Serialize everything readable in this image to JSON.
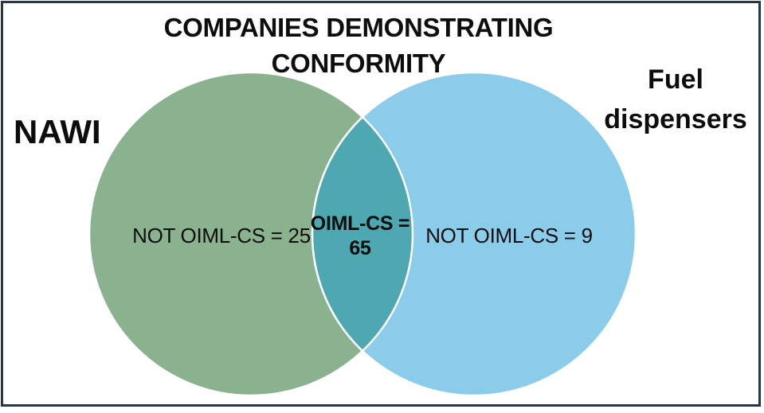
{
  "frame": {
    "border_color": "#24384a",
    "background_color": "#ffffff"
  },
  "title": "COMPANIES DEMONSTRATING CONFORMITY",
  "venn": {
    "sets": [
      {
        "name": "NAWI",
        "region_label": "NOT OIML-CS = 25",
        "value": 25,
        "color": "#8bb28f"
      },
      {
        "name": "Fuel dispensers",
        "region_label": "NOT OIML-CS = 9",
        "value": 9,
        "color": "#8acce9"
      }
    ],
    "intersection": {
      "region_label": "OIML-CS = 65",
      "value": 65,
      "color": "#4da8b2"
    },
    "text_color": "#0d0d0d"
  },
  "chart_data": {
    "type": "venn",
    "title": "COMPANIES DEMONSTRATING CONFORMITY",
    "sets": [
      "NAWI",
      "Fuel dispensers"
    ],
    "values": {
      "NAWI_only_not_oiml_cs": 25,
      "intersection_oiml_cs": 65,
      "fuel_dispensers_only_not_oiml_cs": 9
    },
    "legend_position": "none",
    "grid": false
  }
}
